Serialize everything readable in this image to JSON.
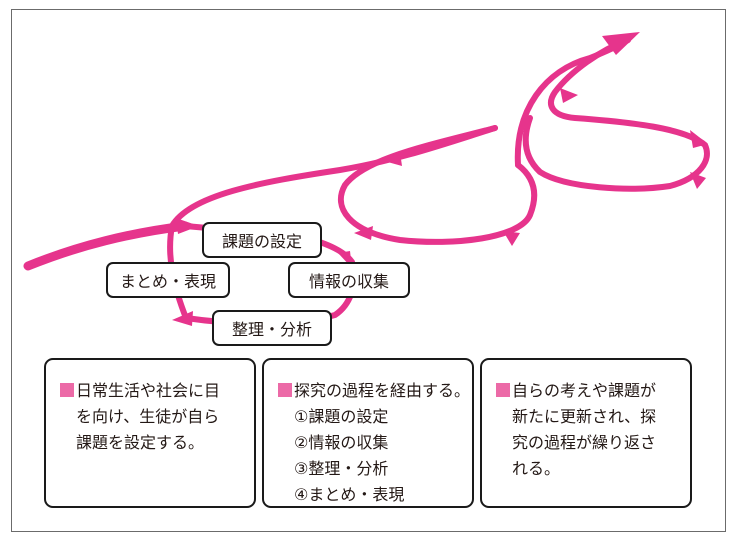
{
  "colors": {
    "accent": "#e6348c",
    "marker": "#ec6aa7",
    "border": "#1a1a1a"
  },
  "cycle": {
    "step1": "課題の設定",
    "step2": "情報の収集",
    "step3": "整理・分析",
    "step4": "まとめ・表現"
  },
  "boxes": [
    {
      "lines": [
        "日常生活や社会に目",
        "を向け、生徒が自ら",
        "課題を設定する。"
      ]
    },
    {
      "lines": [
        "探究の過程を経由する。",
        "①課題の設定",
        "②情報の収集",
        "③整理・分析",
        "④まとめ・表現"
      ]
    },
    {
      "lines": [
        "自らの考えや課題が",
        "新たに更新され、探",
        "究の過程が繰り返さ",
        "れる。"
      ]
    }
  ]
}
